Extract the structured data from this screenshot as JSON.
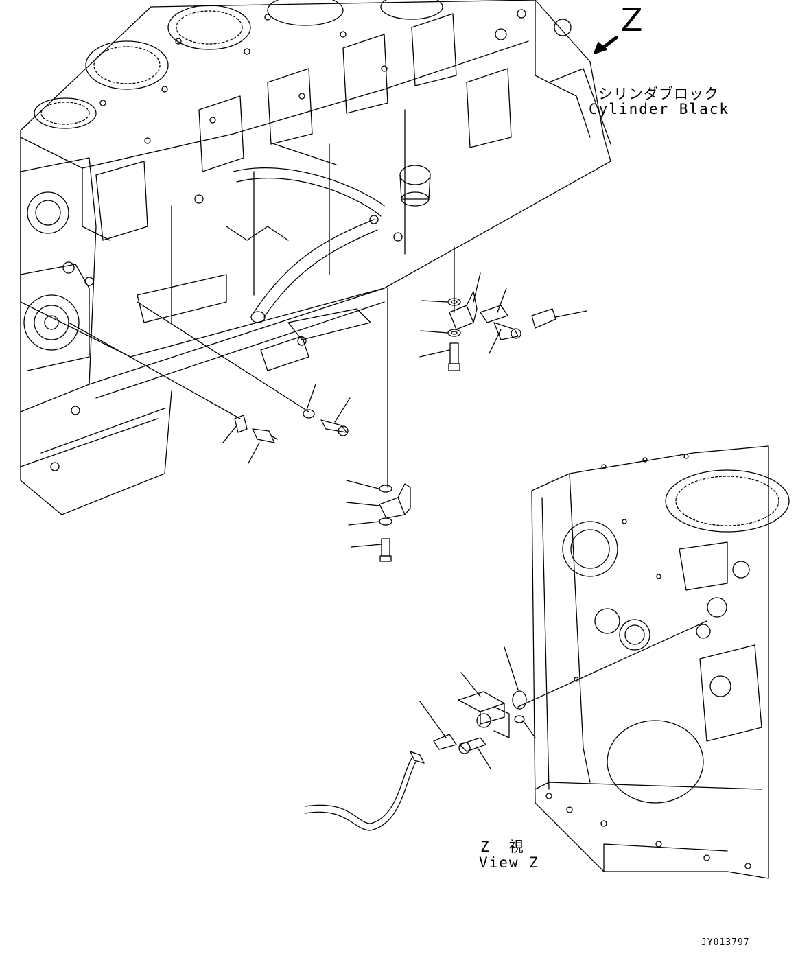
{
  "view_marker": "Z",
  "cylinder_block_label": {
    "ja": "シリンダブロック",
    "en": "Cylinder Black"
  },
  "view_caption": {
    "ja": "Z　視",
    "en": "View Z"
  },
  "drawing_code": "JY013797",
  "colors": {
    "line": "#000000",
    "background": "#ffffff"
  }
}
